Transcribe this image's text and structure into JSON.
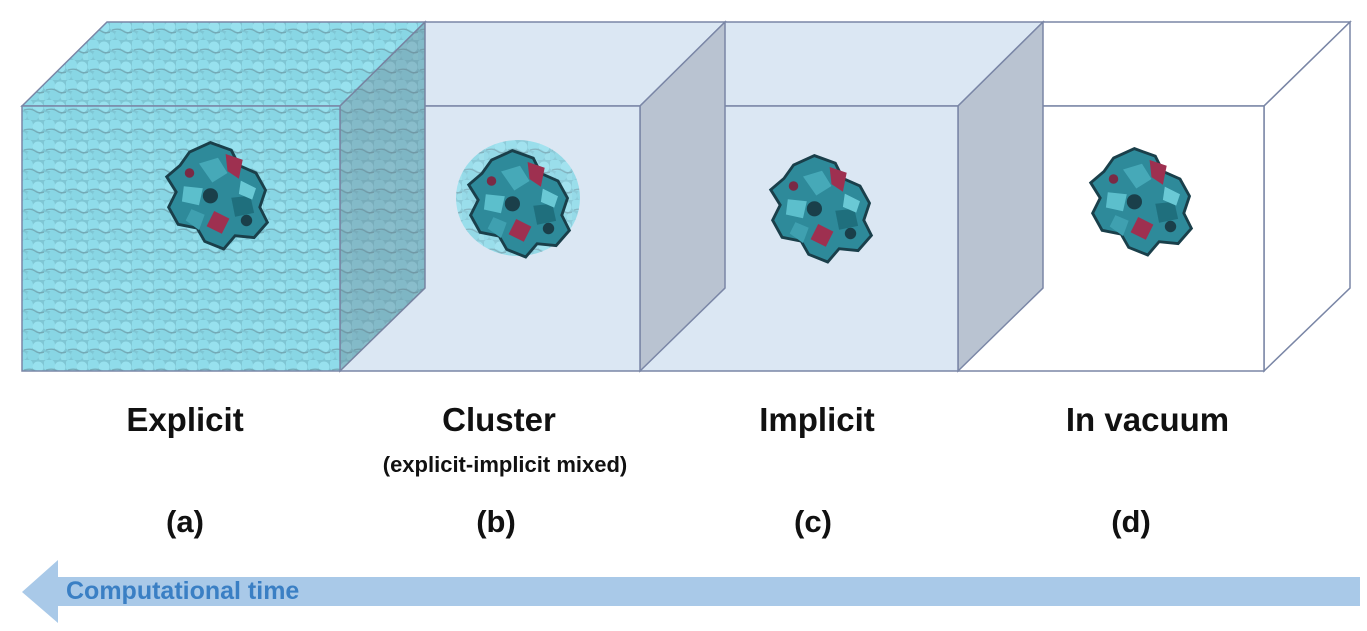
{
  "panels": [
    {
      "title": "Explicit",
      "subtitle": "",
      "letter": "(a)",
      "solvent": "explicit water box"
    },
    {
      "title": "Cluster",
      "subtitle": "(explicit-implicit mixed)",
      "letter": "(b)",
      "solvent": "explicit water shell in continuum"
    },
    {
      "title": "Implicit",
      "subtitle": "",
      "letter": "(c)",
      "solvent": "continuum"
    },
    {
      "title": "In vacuum",
      "subtitle": "",
      "letter": "(d)",
      "solvent": "none"
    }
  ],
  "arrow": {
    "label": "Computational time",
    "direction": "left"
  },
  "colors": {
    "water": "#8fdcea",
    "water_shadow": "#6d9aa6",
    "continuum": "#dbe7f3",
    "continuum_side": "#b9c3d1",
    "box_edge": "#7a86a6",
    "protein": "#2e8a9a",
    "protein_dark": "#1a3f4a",
    "protein_accent": "#9e3050",
    "arrow": "#a9c9e8",
    "arrow_text": "#3a7fc4"
  }
}
